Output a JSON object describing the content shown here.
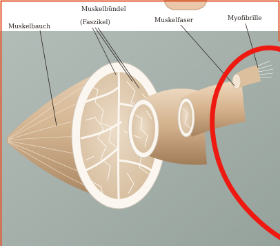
{
  "figure": {
    "labels": {
      "muscle_belly": "Muskelbauch",
      "bundle_line1": "Muskelbündel",
      "bundle_line2": "(Faszikel)",
      "muscle_fiber": "Muskelfaser",
      "myofibril": "Myofibrille"
    },
    "colors": {
      "frame": "#e2562a",
      "background": "#a7b2ad",
      "muscle_tan": "#d8bc9c",
      "fascia_white": "#fbf7f0",
      "annotation_circle": "#ee1a12"
    }
  }
}
